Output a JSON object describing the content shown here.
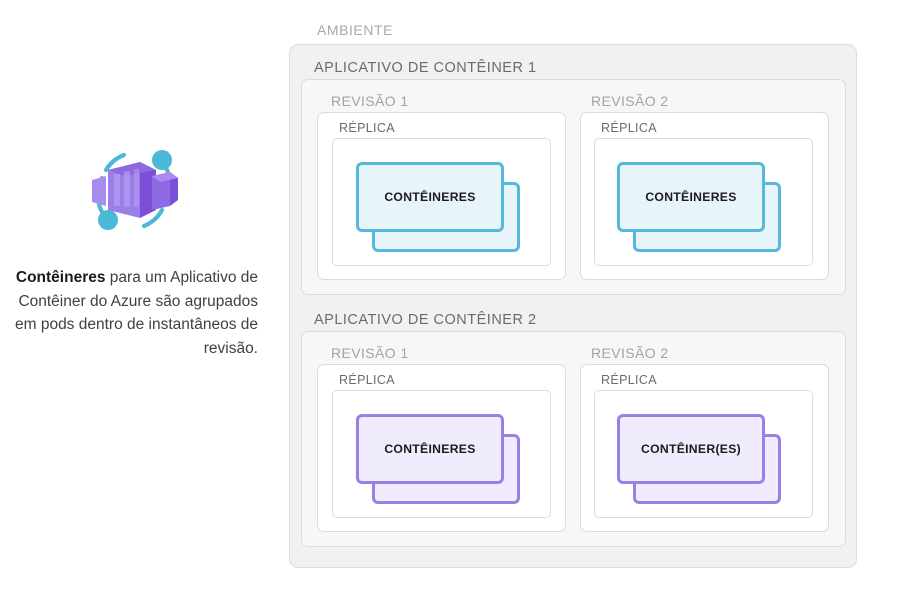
{
  "caption": {
    "bold_lead": "Contêineres",
    "rest": " para um Aplicativo de Contêiner do Azure são agrupados em pods dentro de instantâneos de revisão.",
    "icon_name": "azure-container-apps-icon"
  },
  "diagram": {
    "environment_label": "AMBIENTE",
    "apps": [
      {
        "label": "APLICATIVO DE CONTÊINER 1",
        "accent": "#56b9d9",
        "revisions": [
          {
            "label": "REVISÃO 1",
            "replica_label": "RÉPLICA",
            "container_label": "CONTÊINERES"
          },
          {
            "label": "REVISÃO 2",
            "replica_label": "RÉPLICA",
            "container_label": "CONTÊINERES"
          }
        ]
      },
      {
        "label": "APLICATIVO DE CONTÊINER 2",
        "accent": "#9b7fe8",
        "revisions": [
          {
            "label": "REVISÃO 1",
            "replica_label": "RÉPLICA",
            "container_label": "CONTÊINERES"
          },
          {
            "label": "REVISÃO 2",
            "replica_label": "RÉPLICA",
            "container_label": "CONTÊINER(ES)"
          }
        ]
      }
    ]
  },
  "colors": {
    "blue_accent": "#56b9d9",
    "blue_fill": "#e7f4fa",
    "purple_accent": "#9b7fe8",
    "purple_fill": "#f1ecfd",
    "env_fill": "#f1f1f1",
    "box_border": "#dcdcdc",
    "label_muted": "#a8a8a8",
    "label_dark": "#6b6b6b"
  }
}
